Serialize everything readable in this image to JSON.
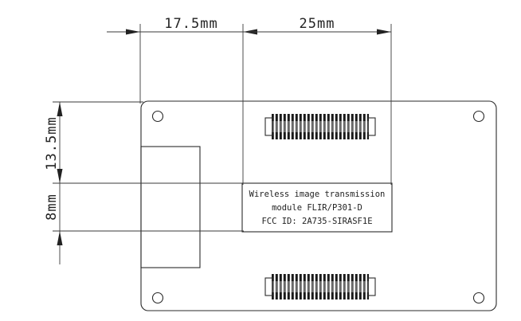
{
  "dimensions": {
    "top_left": "17.5mm",
    "top_right": "25mm",
    "left_upper": "13.5mm",
    "left_lower": "8mm"
  },
  "label": {
    "line1": "Wireless image transmission",
    "line2": "module FLIR/P301-D",
    "line3": "FCC ID: 2A735-SIRASF1E"
  }
}
